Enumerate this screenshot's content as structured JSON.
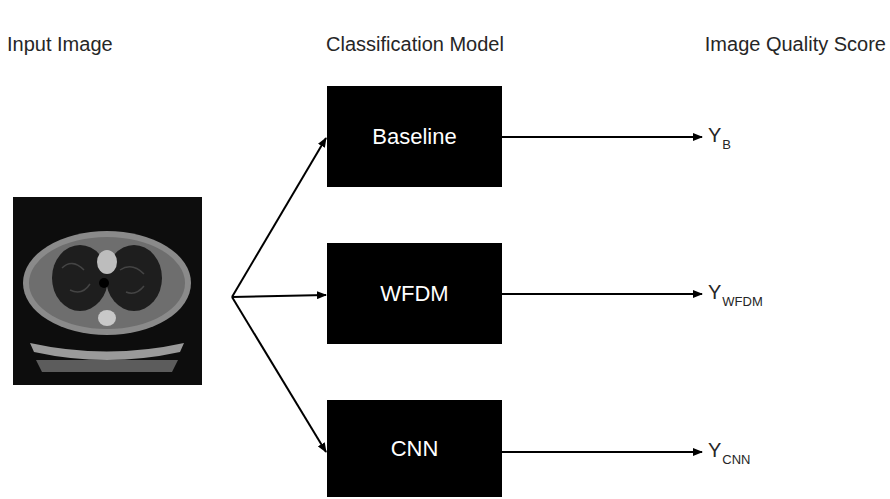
{
  "diagram": {
    "nodes": [
      {
        "text": [
          "Baseline"
        ]
      },
      {
        "text": [
          "WFDM"
        ]
      },
      {
        "text": [
          "CNN"
        ]
      }
    ],
    "labels": [
      "Input Image",
      "Classification Model",
      "Image Quality Score",
      "Y",
      "B",
      "Y",
      "WFDM",
      "Y",
      "CNN"
    ]
  }
}
